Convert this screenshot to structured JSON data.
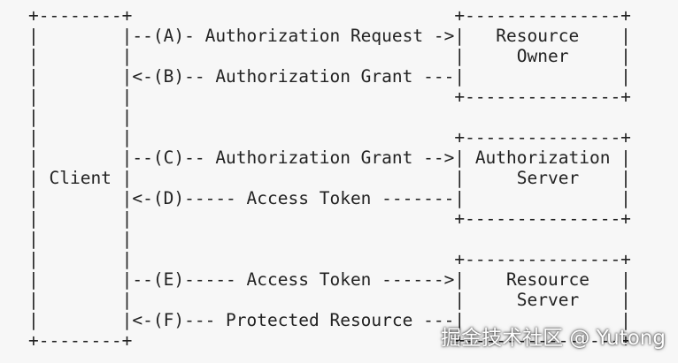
{
  "diagram": {
    "ascii_lines": [
      "+--------+                               +---------------+",
      "|        |--(A)- Authorization Request ->|   Resource    |",
      "|        |                               |     Owner     |",
      "|        |<-(B)-- Authorization Grant ---|               |",
      "|        |                               +---------------+",
      "|        |",
      "|        |                               +---------------+",
      "|        |--(C)-- Authorization Grant -->| Authorization |",
      "| Client |                               |     Server    |",
      "|        |<-(D)----- Access Token -------|               |",
      "|        |                               +---------------+",
      "|        |",
      "|        |                               +---------------+",
      "|        |--(E)----- Access Token ------>|    Resource   |",
      "|        |                               |     Server    |",
      "|        |<-(F)--- Protected Resource ---|               |",
      "+--------+                               +---------------+"
    ]
  },
  "watermark": {
    "text": "掘金技术社区 @ Yutong"
  },
  "colors": {
    "background": "#f7f7f7",
    "text": "#222222"
  }
}
